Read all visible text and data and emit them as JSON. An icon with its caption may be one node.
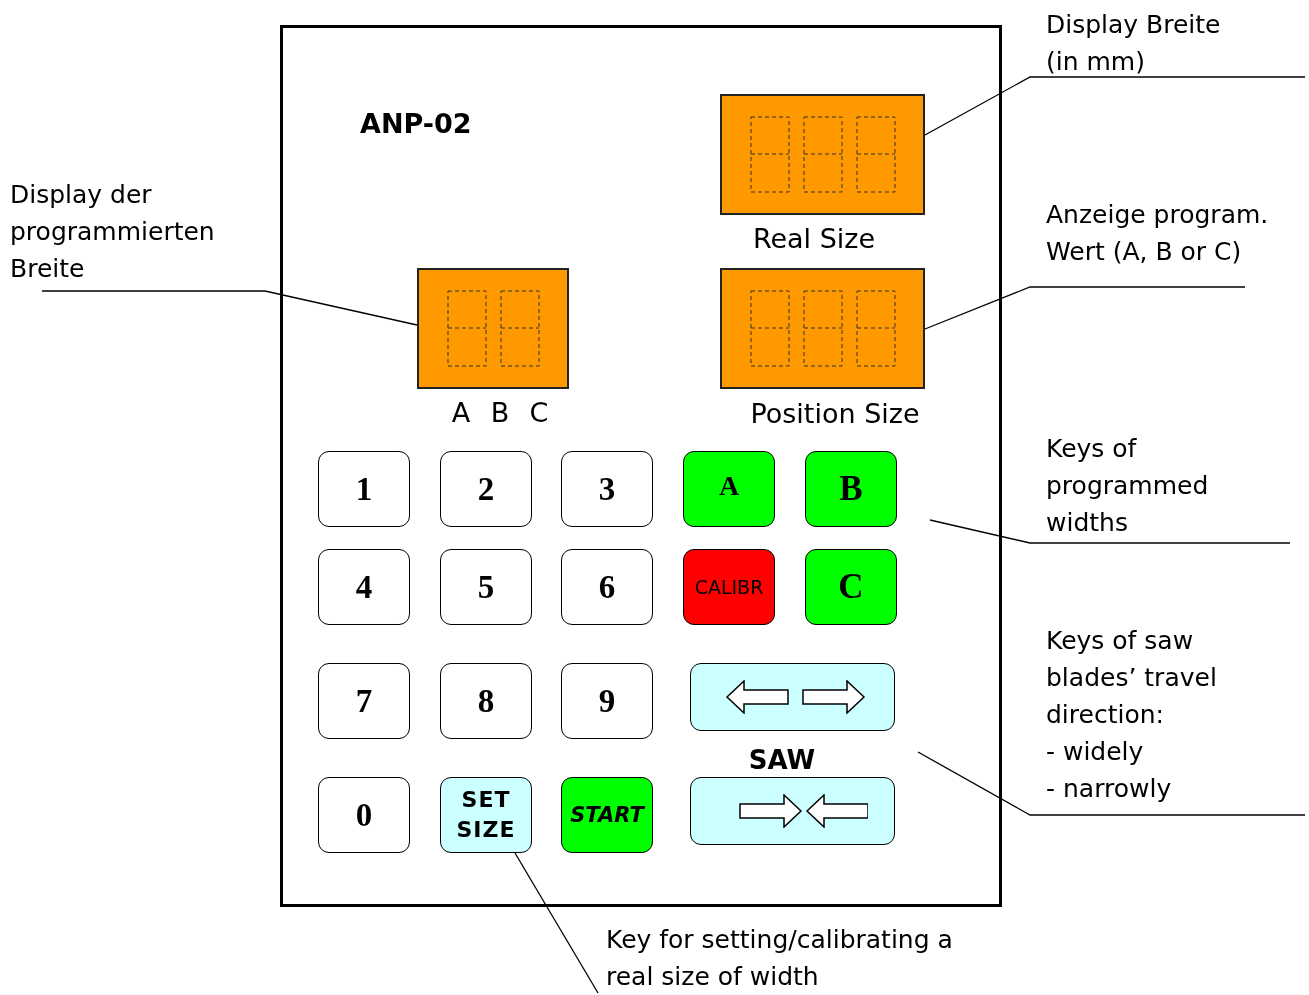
{
  "diagram": {
    "nodes": [
      {
        "text": [
          "ANP-02"
        ]
      },
      {
        "text": [],
        "shape": "box",
        "in": 0,
        "beside": [
          "Real Size"
        ]
      },
      {
        "text": [],
        "shape": "box",
        "in": 0,
        "beside": [
          "A",
          "B",
          "C"
        ]
      },
      {
        "text": [],
        "shape": "box",
        "in": 0,
        "beside": [
          "Position Size"
        ]
      },
      {
        "text": [
          "1"
        ],
        "in": 0
      },
      {
        "text": [
          "2"
        ],
        "in": 0
      },
      {
        "text": [
          "3"
        ],
        "in": 0
      },
      {
        "text": [
          "A"
        ],
        "in": 0
      },
      {
        "text": [
          "B"
        ],
        "in": 0
      },
      {
        "text": [
          "4"
        ],
        "in": 0
      },
      {
        "text": [
          "5"
        ],
        "in": 0
      },
      {
        "text": [
          "6"
        ],
        "in": 0
      },
      {
        "text": [
          "CALIBR"
        ],
        "in": 0
      },
      {
        "text": [
          "C"
        ],
        "in": 0
      },
      {
        "text": [
          "7"
        ],
        "in": 0
      },
      {
        "text": [
          "8"
        ],
        "in": 0
      },
      {
        "text": [
          "9"
        ],
        "in": 0
      },
      {
        "text": [],
        "shape": "box",
        "in": 0
      },
      {
        "text": [
          "0"
        ],
        "in": 0
      },
      {
        "text": [
          "SET SIZE"
        ],
        "in": 0
      },
      {
        "text": [
          "START"
        ],
        "in": 0
      },
      {
        "text": [],
        "shape": "box",
        "in": 0
      },
      {
        "text": [
          "Display Breite (in mm)"
        ]
      },
      {
        "text": [
          "Display der programmierten Breite"
        ]
      },
      {
        "text": [
          "Anzeige program. Wert (A, B or C)"
        ]
      },
      {
        "text": [
          "Keys of programmed widths"
        ]
      },
      {
        "text": [
          "Keys of saw blades’ travel direction: - widely - narrowly"
        ]
      },
      {
        "text": [
          "Key for setting/calibrating a real size of width"
        ]
      }
    ],
    "edges": [
      {
        "from": 22,
        "to": 1,
        "arrow": "none"
      },
      {
        "from": 23,
        "to": 2,
        "arrow": "none"
      },
      {
        "from": 24,
        "to": 3,
        "arrow": "none"
      },
      {
        "from": 25,
        "to": null,
        "arrow": "none"
      },
      {
        "from": 26,
        "to": null,
        "arrow": "none"
      },
      {
        "from": 27,
        "to": 19,
        "arrow": "none"
      }
    ],
    "labels": [
      "SAW"
    ]
  }
}
